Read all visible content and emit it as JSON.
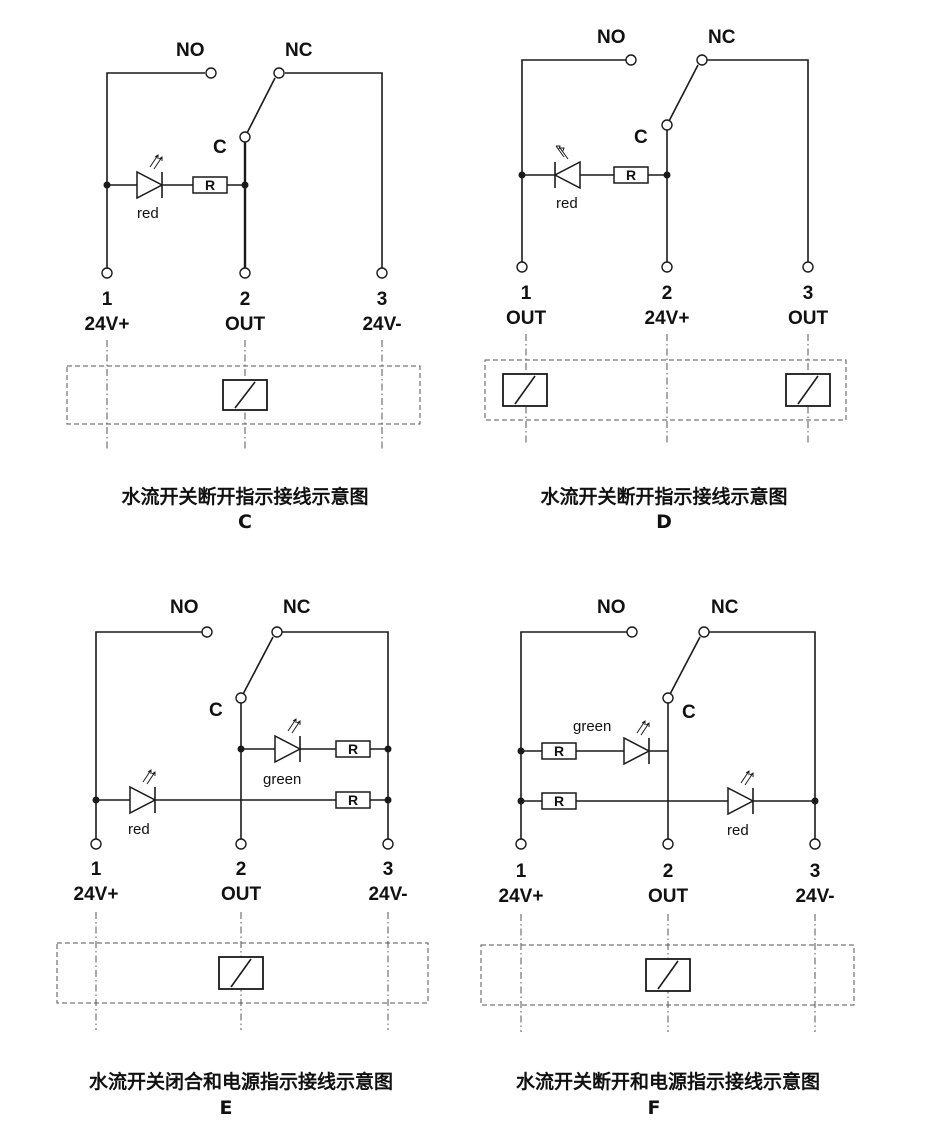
{
  "diagrams": [
    {
      "id": "C",
      "no_label": "NO",
      "nc_label": "NC",
      "c_label": "C",
      "terminals": [
        {
          "num": "1",
          "func": "24V+"
        },
        {
          "num": "2",
          "func": "OUT"
        },
        {
          "num": "3",
          "func": "24V-"
        }
      ],
      "leds": [
        {
          "color_label": "red"
        }
      ],
      "resistor_label": "R",
      "caption": "水流开关断开指示接线示意图",
      "letter": "C"
    },
    {
      "id": "D",
      "no_label": "NO",
      "nc_label": "NC",
      "c_label": "C",
      "terminals": [
        {
          "num": "1",
          "func": "OUT"
        },
        {
          "num": "2",
          "func": "24V+"
        },
        {
          "num": "3",
          "func": "OUT"
        }
      ],
      "leds": [
        {
          "color_label": "red"
        }
      ],
      "resistor_label": "R",
      "caption": "水流开关断开指示接线示意图",
      "letter": "D"
    },
    {
      "id": "E",
      "no_label": "NO",
      "nc_label": "NC",
      "c_label": "C",
      "terminals": [
        {
          "num": "1",
          "func": "24V+"
        },
        {
          "num": "2",
          "func": "OUT"
        },
        {
          "num": "3",
          "func": "24V-"
        }
      ],
      "leds": [
        {
          "color_label": "green"
        },
        {
          "color_label": "red"
        }
      ],
      "resistor_label": "R",
      "caption": "水流开关闭合和电源指示接线示意图",
      "letter": "E"
    },
    {
      "id": "F",
      "no_label": "NO",
      "nc_label": "NC",
      "c_label": "C",
      "terminals": [
        {
          "num": "1",
          "func": "24V+"
        },
        {
          "num": "2",
          "func": "OUT"
        },
        {
          "num": "3",
          "func": "24V-"
        }
      ],
      "leds": [
        {
          "color_label": "green"
        },
        {
          "color_label": "red"
        }
      ],
      "resistor_label": "R",
      "caption": "水流开关断开和电源指示接线示意图",
      "letter": "F"
    }
  ]
}
